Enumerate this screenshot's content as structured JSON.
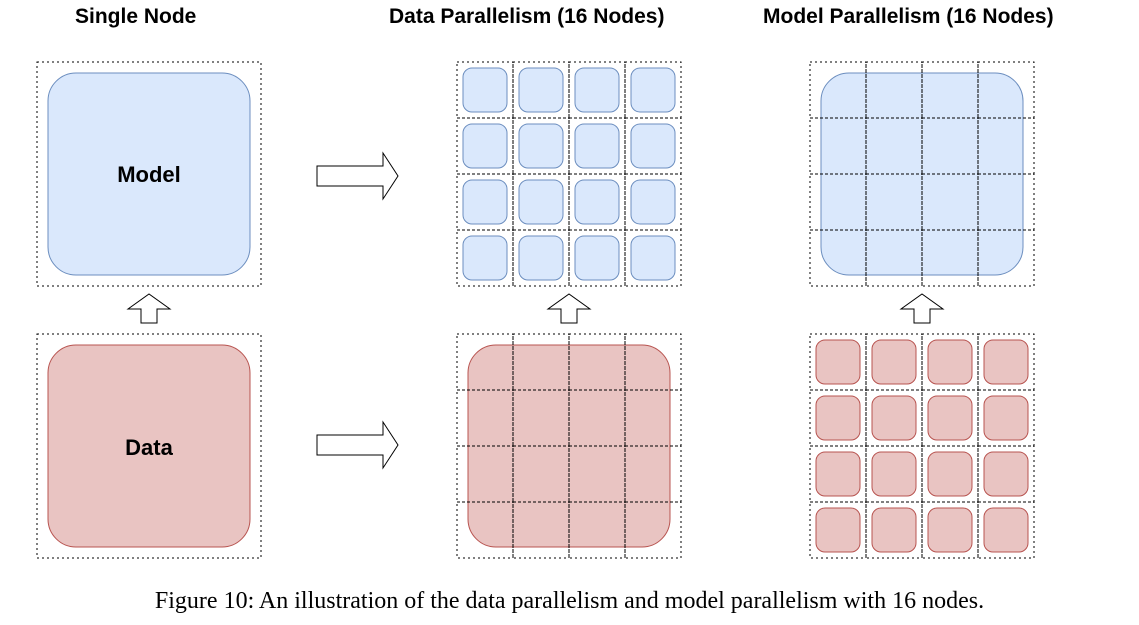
{
  "titles": {
    "single": "Single Node",
    "data_parallel": "Data Parallelism (16 Nodes)",
    "model_parallel": "Model Parallelism (16 Nodes)"
  },
  "labels": {
    "model": "Model",
    "data": "Data"
  },
  "caption": "Figure 10: An illustration of the data parallelism and model parallelism with 16 nodes.",
  "colors": {
    "model_fill": "#dae8fc",
    "model_stroke": "#6c8ebf",
    "data_fill": "#e9c4c2",
    "data_stroke": "#b85450"
  }
}
